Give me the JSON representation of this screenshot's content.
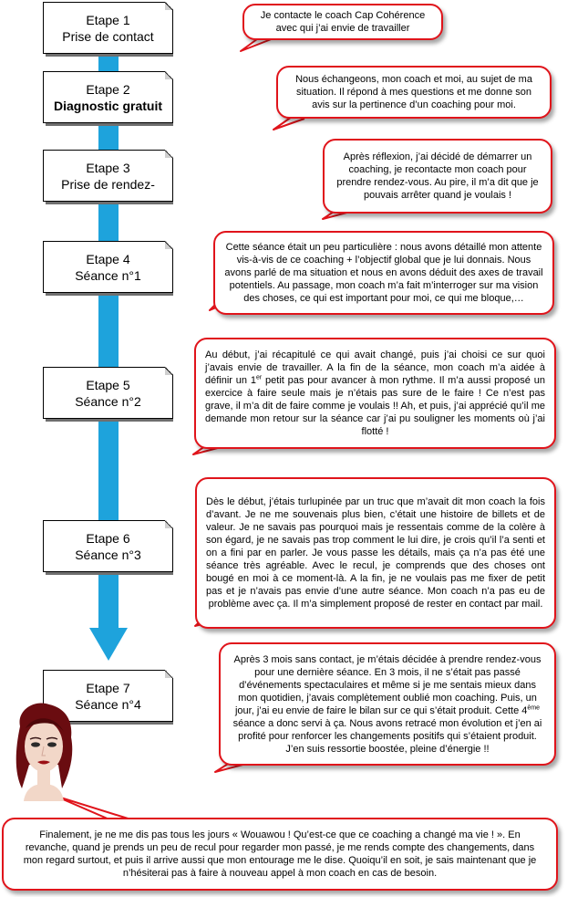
{
  "steps": [
    {
      "title": "Etape 1",
      "subtitle": "Prise de contact",
      "bold": false
    },
    {
      "title": "Etape 2",
      "subtitle": "Diagnostic gratuit",
      "bold": true
    },
    {
      "title": "Etape 3",
      "subtitle": "Prise de rendez-",
      "bold": false
    },
    {
      "title": "Etape 4",
      "subtitle": "Séance n°1",
      "bold": false
    },
    {
      "title": "Etape 5",
      "subtitle": "Séance n°2",
      "bold": false
    },
    {
      "title": "Etape 6",
      "subtitle": "Séance n°3",
      "bold": false
    },
    {
      "title": "Etape 7",
      "subtitle": "Séance n°4",
      "bold": false
    }
  ],
  "bubbles": {
    "b1": "Je contacte le coach Cap Cohérence avec qui j’ai envie de travailler",
    "b2": "Nous échangeons, mon coach et moi, au sujet de ma situation. Il répond à mes questions et me donne son avis sur la pertinence d’un coaching pour moi.",
    "b3": "Après réflexion, j’ai décidé de démarrer un coaching, je recontacte mon coach pour prendre rendez-vous. Au pire, il m’a dit que je pouvais arrêter quand je voulais !",
    "b4": "Cette séance était un peu particulière : nous avons détaillé mon attente vis-à-vis de ce coaching + l’objectif global que je lui donnais. Nous avons parlé de ma situation et nous en avons déduit des axes de travail potentiels. Au passage, mon coach m’a fait m’interroger sur ma vision des choses, ce qui est important pour moi, ce qui me bloque,…",
    "b5_a": "Au début, j’ai récapitulé ce qui avait changé, puis j’ai choisi ce sur quoi j’avais envie de travailler. A la fin de la séance, mon coach m’a aidée à définir un 1",
    "b5_sup": "er",
    "b5_b": " petit pas pour avancer à mon rythme. Il m’a aussi proposé un exercice à faire seule mais je n’étais pas sure de le faire ! Ce n’est pas grave, il m’a dit de faire comme je voulais !! Ah, et puis, j’ai apprécié qu’il me demande mon retour sur la séance car j’ai pu souligner les moments où j’ai flotté !",
    "b6": "Dès le début, j’étais turlupinée par un truc que m’avait dit mon coach la fois d’avant. Je ne me souvenais plus bien, c’était une histoire de billets et de valeur. Je ne savais pas pourquoi mais je ressentais comme de la colère à son égard, je ne savais pas trop comment le lui dire, je crois qu’il l’a senti et on a fini par en parler. Je vous passe les détails, mais ça n’a pas été une séance très agréable. Avec le recul, je comprends que des choses ont bougé en moi à ce moment-là. A la fin, je ne voulais pas me fixer de petit pas et je n’avais pas envie d’une autre séance. Mon coach n’a pas eu de problème avec ça. Il m’a simplement proposé de rester en contact par mail.",
    "b7_a": "Après 3 mois sans contact, je m’étais décidée à prendre rendez-vous pour une dernière séance. En 3 mois, il ne s’était pas passé d’événements spectaculaires et même si je me sentais mieux dans mon quotidien, j’avais complètement oublié mon coaching. Puis, un jour, j’ai eu envie de faire le bilan sur ce qui s’était produit. Cette 4",
    "b7_sup": "ème",
    "b7_b": " séance a donc servi à ça. Nous avons retracé mon évolution et j’en ai profité pour renforcer les changements positifs qui s’étaient produit. J’en suis ressortie boostée, pleine d’énergie !!",
    "b8": "Finalement, je ne me dis pas tous les jours « Wouawou ! Qu’est-ce que ce coaching a changé ma vie ! ». En revanche, quand je prends un peu de recul pour regarder mon passé, je me rends compte des changements, dans mon regard surtout, et puis il arrive aussi que mon entourage me le dise. Quoiqu’il en soit, je sais maintenant que je n’hésiterai pas à faire à nouveau appel à mon coach en cas de besoin."
  },
  "colors": {
    "arrow": "#1ea3dc",
    "bubble_border": "#e0141b"
  },
  "icons": {
    "face": "woman-avatar-illustration"
  }
}
